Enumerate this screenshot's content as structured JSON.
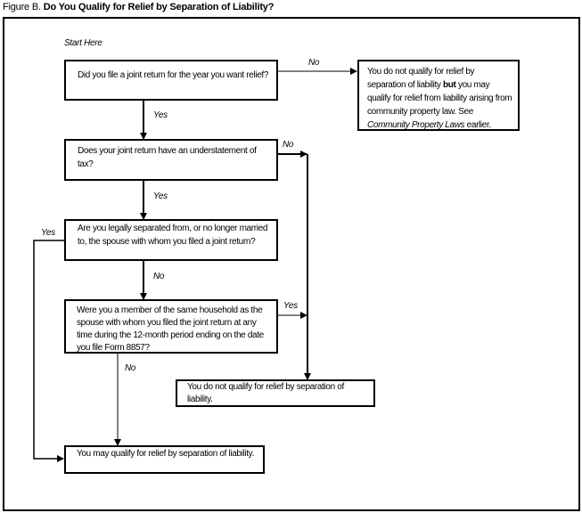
{
  "figure": {
    "label": "Figure B.",
    "title": "Do You Qualify for Relief by Separation of Liability?"
  },
  "start_label": "Start Here",
  "nodes": {
    "q1": "Did you file a joint return for the year you want relief?",
    "q2": "Does your joint return have an understatement of tax?",
    "q3": "Are you legally separated from, or no longer married to, the spouse with whom you filed a joint return?",
    "q4": "Were you a member of the same household as the spouse with whom you filed the joint return at any time during the 12-month period ending on the date you file Form 8857?",
    "r_community_part1": "You do not qualify for relief by separation of liability",
    "r_community_bold": "but",
    "r_community_part2": "you may qualify for relief from liability arising from community property law. See",
    "r_community_italic": "Community Property Laws",
    "r_community_part3": "earlier.",
    "r_not_qualify": "You do not qualify for relief by separation of liability.",
    "r_may_qualify": "You may qualify for relief by separation of liability."
  },
  "edges": {
    "q1_no": "No",
    "q1_yes": "Yes",
    "q2_no": "No",
    "q2_yes": "Yes",
    "q3_yes": "Yes",
    "q3_no": "No",
    "q4_yes": "Yes",
    "q4_no": "No"
  }
}
